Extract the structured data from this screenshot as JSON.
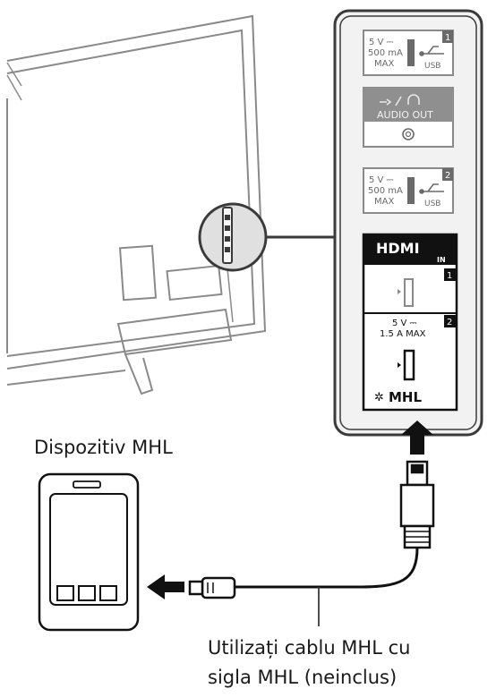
{
  "device_label": "Dispozitiv MHL",
  "cable_note": {
    "line1": "Utilizați cablu MHL cu",
    "line2": "sigla MHL (neinclus)"
  },
  "panel": {
    "usb1": {
      "rating_v": "5 V ⎓",
      "rating_a": "500 mA",
      "rating_max": "MAX",
      "label": "USB",
      "number": "1"
    },
    "audio_out": {
      "label": "AUDIO OUT"
    },
    "usb2": {
      "rating_v": "5 V ⎓",
      "rating_a": "500 mA",
      "rating_max": "MAX",
      "label": "USB",
      "number": "2"
    },
    "hdmi": {
      "logo": "HDMI",
      "in_label": "IN"
    },
    "hdmi1": {
      "number": "1"
    },
    "hdmi2": {
      "number": "2",
      "rating_v": "5 V ⎓",
      "rating_a": "1.5 A MAX",
      "mhl_logo": "MHL"
    }
  },
  "colors": {
    "line": "#3a3a3a",
    "tv_line": "#8a8a8a",
    "panel_fill": "#eeeeee",
    "port_fill": "#ffffff",
    "dark": "#111111"
  }
}
